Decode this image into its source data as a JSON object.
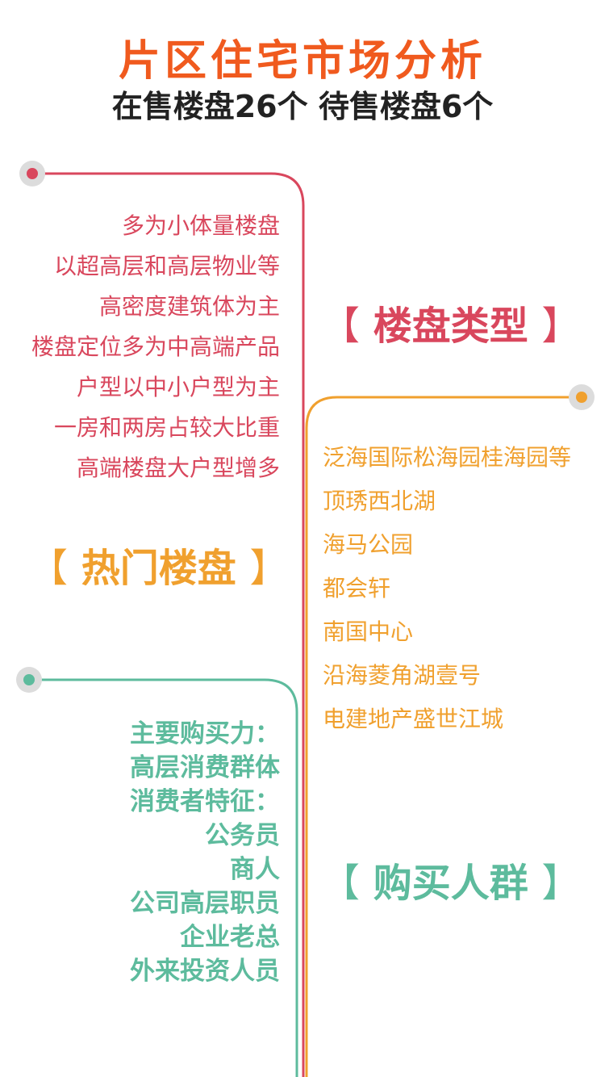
{
  "header": {
    "title": "片区住宅市场分析",
    "subtitle": "在售楼盘26个 待售楼盘6个"
  },
  "colors": {
    "title": "#f05a1e",
    "subtitle": "#222222",
    "pink": "#d9475d",
    "orange": "#f0a02e",
    "green": "#5dbb9d",
    "dot_halo": "#dcdcdc"
  },
  "sections": {
    "types": {
      "heading_open": "【",
      "heading": "楼盘类型",
      "heading_close": "】",
      "items": [
        "多为小体量楼盘",
        "以超高层和高层物业等",
        "高密度建筑体为主",
        "楼盘定位多为中高端产品",
        "户型以中小户型为主",
        "一房和两房占较大比重",
        "高端楼盘大户型增多"
      ]
    },
    "hot": {
      "heading_open": "【",
      "heading": "热门楼盘",
      "heading_close": "】",
      "items": [
        "泛海国际松海园桂海园等",
        "顶琇西北湖",
        "海马公园",
        "都会轩",
        "南国中心",
        "沿海菱角湖壹号",
        "电建地产盛世江城"
      ]
    },
    "buyers": {
      "heading_open": "【",
      "heading": "购买人群",
      "heading_close": "】",
      "items": [
        "主要购买力：",
        "高层消费群体",
        "消费者特征：",
        "公务员",
        "商人",
        "公司高层职员",
        "企业老总",
        "外来投资人员"
      ]
    }
  }
}
